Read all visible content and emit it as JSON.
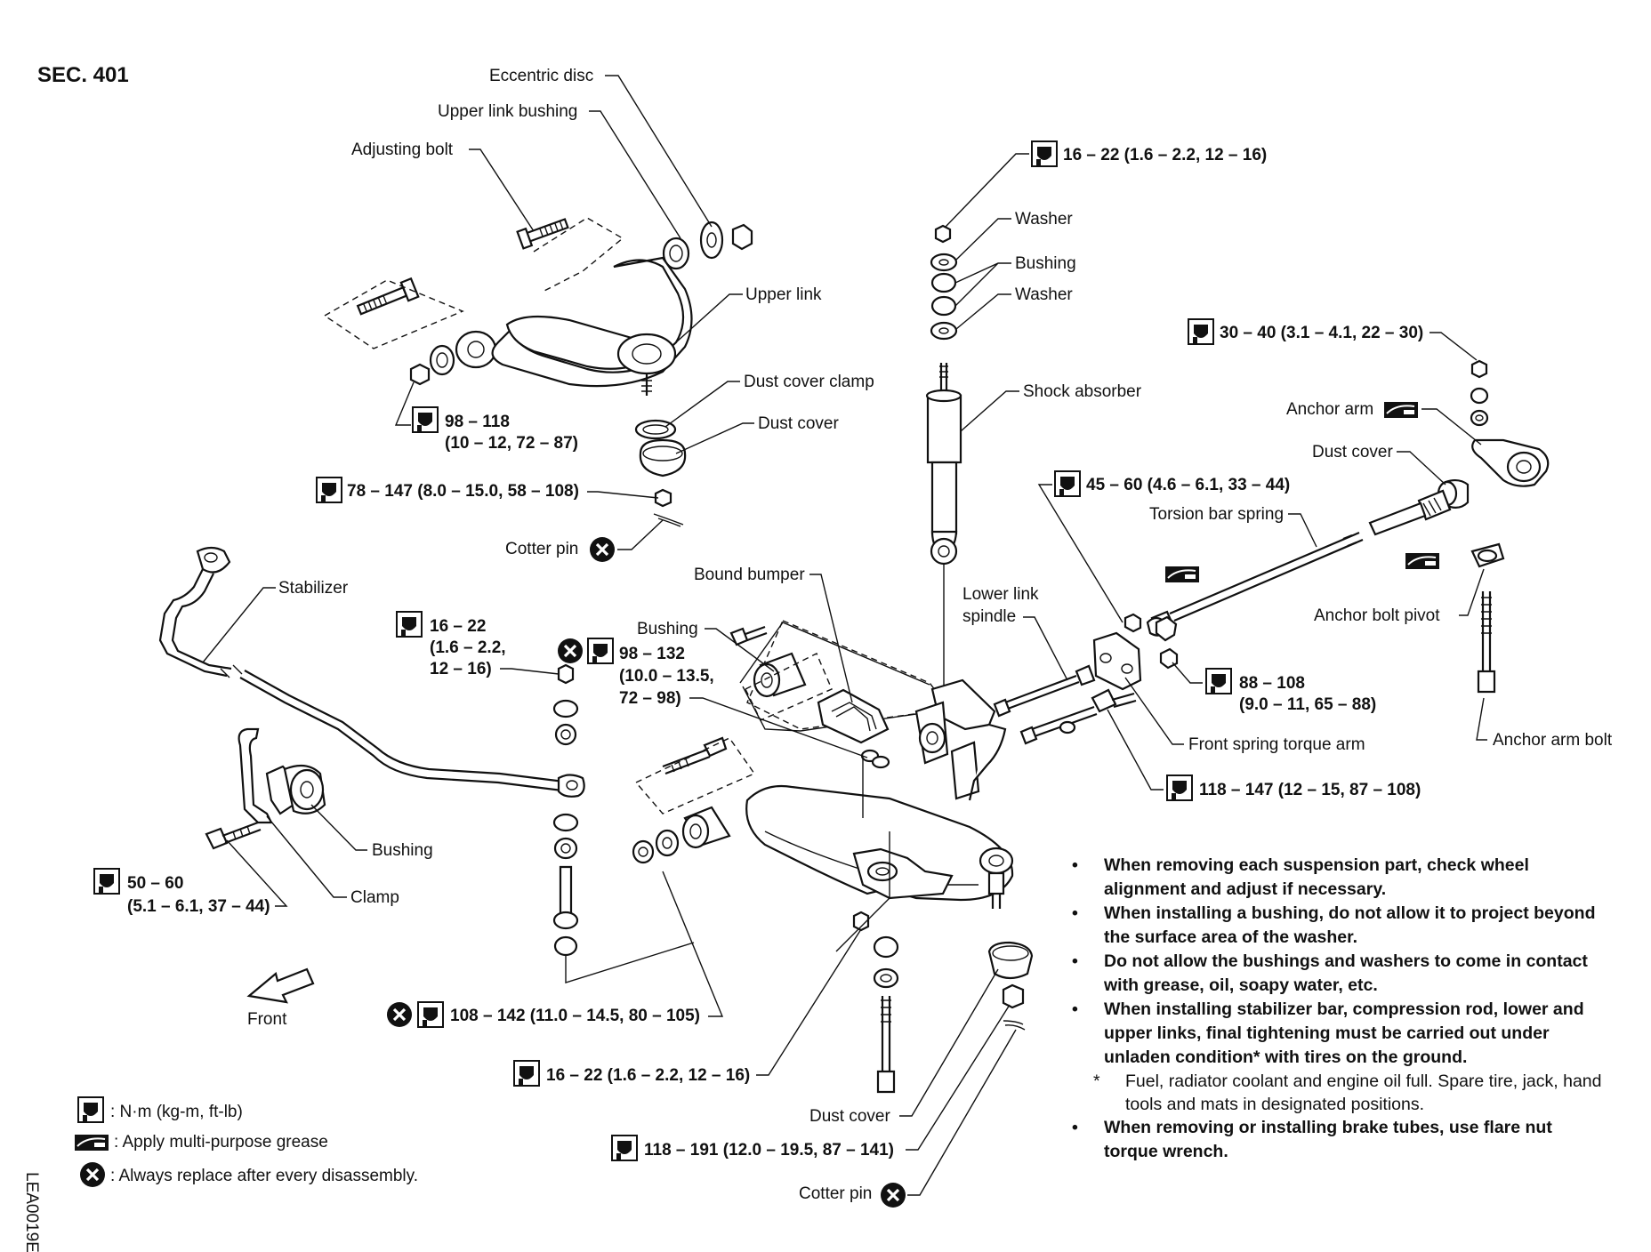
{
  "section": "SEC. 401",
  "image_code": "LEA0019E",
  "labels": {
    "eccentric_disc": "Eccentric disc",
    "upper_link_bushing": "Upper link bushing",
    "adjusting_bolt": "Adjusting bolt",
    "upper_link": "Upper link",
    "torque_upper_link_a": "98 – 118",
    "torque_upper_link_b": "(10 – 12, 72 – 87)",
    "dust_cover_clamp": "Dust cover clamp",
    "dust_cover_upper": "Dust cover",
    "torque_balljoint": "78 – 147 (8.0 – 15.0, 58 – 108)",
    "cotter_pin_upper": "Cotter pin",
    "torque_shock_top": "16 – 22 (1.6 – 2.2, 12 – 16)",
    "washer_top": "Washer",
    "bushing_shock": "Bushing",
    "washer_bottom": "Washer",
    "shock_absorber": "Shock absorber",
    "torque_anchor_arm": "30 – 40 (3.1 – 4.1, 22 – 30)",
    "anchor_arm": "Anchor arm",
    "dust_cover_torsion": "Dust cover",
    "torque_torsion": "45 – 60 (4.6 – 6.1, 33 – 44)",
    "torsion_bar_spring": "Torsion bar spring",
    "stabilizer": "Stabilizer",
    "bound_bumper": "Bound bumper",
    "lower_link_spindle_1": "Lower link",
    "lower_link_spindle_2": "spindle",
    "torque_stab_a": "16 – 22",
    "torque_stab_b": "(1.6 – 2.2,",
    "torque_stab_c": "12 – 16)",
    "bushing_lower": "Bushing",
    "torque_lower_a": "98 – 132",
    "torque_lower_b": "(10.0 – 13.5,",
    "torque_lower_c": "72 – 98)",
    "anchor_bolt_pivot": "Anchor bolt pivot",
    "torque_spring_arm_a": "88 – 108",
    "torque_spring_arm_b": "(9.0 – 11, 65 – 88)",
    "front_spring_torque_arm": "Front spring torque arm",
    "anchor_arm_bolt": "Anchor arm bolt",
    "torque_spindle": "118 – 147 (12 – 15, 87 – 108)",
    "bushing_stab": "Bushing",
    "torque_clamp_a": "50 – 60",
    "torque_clamp_b": "(5.1 – 6.1, 37 – 44)",
    "clamp": "Clamp",
    "front": "Front",
    "torque_stab_link": "108 – 142 (11.0 – 14.5, 80 – 105)",
    "torque_lower_nut": "16 – 22 (1.6 – 2.2, 12 – 16)",
    "dust_cover_lower": "Dust cover",
    "torque_lower_balljoint": "118 – 191 (12.0 – 19.5, 87 – 141)",
    "cotter_pin_lower": "Cotter pin"
  },
  "legend": {
    "torque": ": N·m (kg-m, ft-lb)",
    "grease": ": Apply multi-purpose grease",
    "replace": ": Always replace after every disassembly."
  },
  "notes": [
    "When removing each suspension part, check wheel alignment and adjust if necessary.",
    "When installing a bushing, do not allow it to project beyond the surface area of the washer.",
    "Do not allow the bushings and washers to come in contact with grease, oil, soapy water, etc.",
    "When installing stabilizer bar, compression rod, lower and upper links, final tightening must be carried out under unladen condition* with tires on the ground."
  ],
  "subnote_star": "*",
  "subnote": "Fuel, radiator coolant and engine oil full. Spare tire, jack, hand tools and mats in designated positions.",
  "note_last": "When removing or installing brake tubes, use flare nut torque wrench."
}
